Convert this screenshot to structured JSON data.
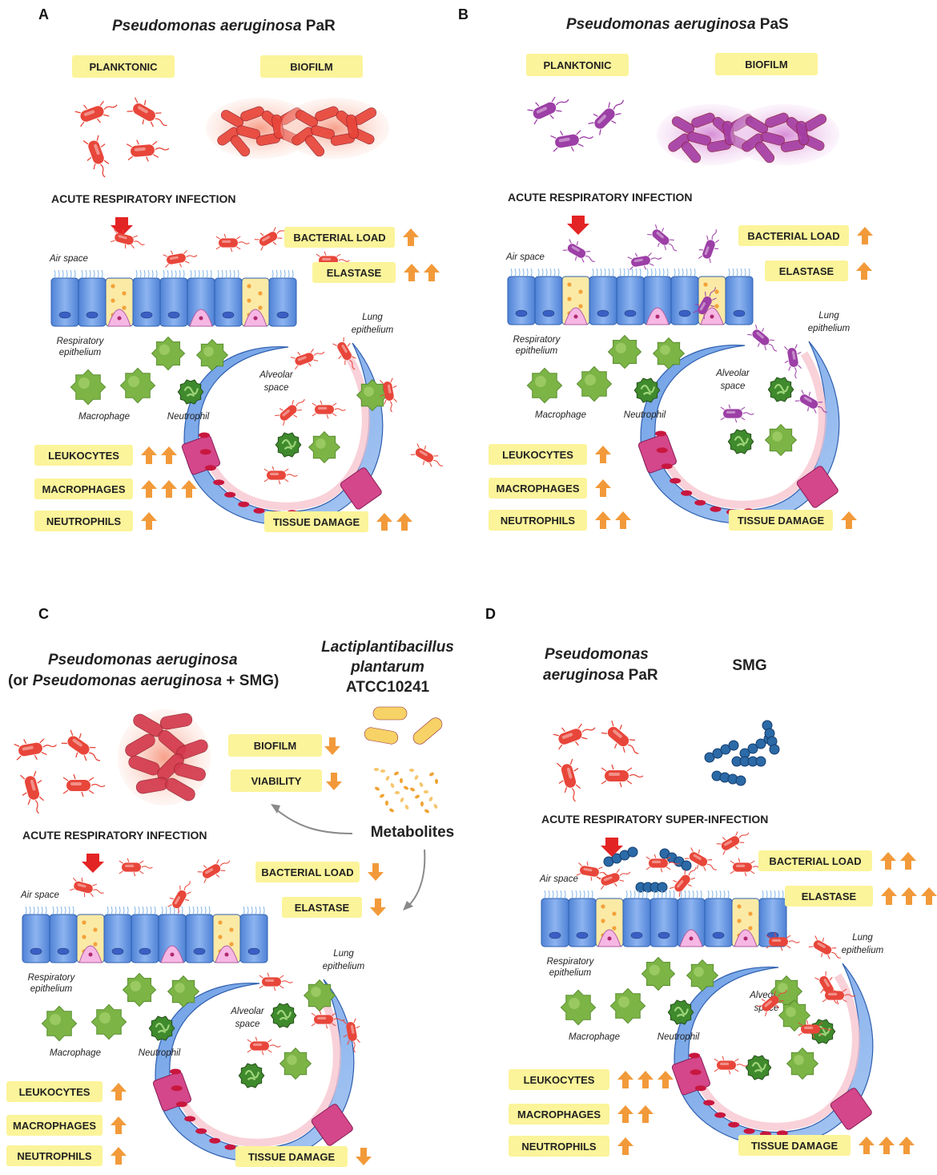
{
  "panels": [
    {
      "id": "A",
      "letter": "A",
      "title_italic": "Pseudomonas aeruginosa",
      "title_plain": " PaR",
      "planktonic": "PLANKTONIC",
      "biofilm": "BIOFILM",
      "infection": "ACUTE RESPIRATORY INFECTION",
      "bacteria_color": "#e8463a",
      "outcomes": [
        {
          "label": "BACTERIAL LOAD",
          "arrows": 1,
          "dir": "up"
        },
        {
          "label": "ELASTASE",
          "arrows": 2,
          "dir": "up"
        },
        {
          "label": "LEUKOCYTES",
          "arrows": 2,
          "dir": "up"
        },
        {
          "label": "MACROPHAGES",
          "arrows": 3,
          "dir": "up"
        },
        {
          "label": "NEUTROPHILS",
          "arrows": 1,
          "dir": "up"
        },
        {
          "label": "TISSUE DAMAGE",
          "arrows": 2,
          "dir": "up"
        }
      ]
    },
    {
      "id": "B",
      "letter": "B",
      "title_italic": "Pseudomonas aeruginosa",
      "title_plain": " PaS",
      "planktonic": "PLANKTONIC",
      "biofilm": "BIOFILM",
      "infection": "ACUTE RESPIRATORY INFECTION",
      "bacteria_color": "#9c3fa6",
      "outcomes": [
        {
          "label": "BACTERIAL LOAD",
          "arrows": 1,
          "dir": "up"
        },
        {
          "label": "ELASTASE",
          "arrows": 1,
          "dir": "up"
        },
        {
          "label": "LEUKOCYTES",
          "arrows": 1,
          "dir": "up"
        },
        {
          "label": "MACROPHAGES",
          "arrows": 1,
          "dir": "up"
        },
        {
          "label": "NEUTROPHILS",
          "arrows": 2,
          "dir": "up"
        },
        {
          "label": "TISSUE DAMAGE",
          "arrows": 1,
          "dir": "up"
        }
      ]
    },
    {
      "id": "C",
      "letter": "C",
      "title_line1": "Pseudomonas aeruginosa",
      "title_line2_a": "(or ",
      "title_line2_b": "Pseudomonas aeruginosa",
      "title_line2_c": " + SMG)",
      "lacto_line1": "Lactiplantibacillus",
      "lacto_line2": "plantarum",
      "lacto_line3": "ATCC10241",
      "biofilm": "BIOFILM",
      "viability": "VIABILITY",
      "metabolites": "Metabolites",
      "infection": "ACUTE RESPIRATORY INFECTION",
      "bacteria_color": "#e8463a",
      "outcomes": [
        {
          "label": "BACTERIAL LOAD",
          "arrows": 1,
          "dir": "down"
        },
        {
          "label": "ELASTASE",
          "arrows": 1,
          "dir": "down"
        },
        {
          "label": "LEUKOCYTES",
          "arrows": 1,
          "dir": "up"
        },
        {
          "label": "MACROPHAGES",
          "arrows": 1,
          "dir": "up"
        },
        {
          "label": "NEUTROPHILS",
          "arrows": 1,
          "dir": "up"
        },
        {
          "label": "TISSUE DAMAGE",
          "arrows": 1,
          "dir": "down"
        }
      ]
    },
    {
      "id": "D",
      "letter": "D",
      "title_line1": "Pseudomonas",
      "title_line2_italic": "aeruginosa",
      "title_line2_plain": " PaR",
      "smg": "SMG",
      "infection": "ACUTE RESPIRATORY SUPER-INFECTION",
      "bacteria_color": "#e8463a",
      "outcomes": [
        {
          "label": "BACTERIAL LOAD",
          "arrows": 2,
          "dir": "up"
        },
        {
          "label": "ELASTASE",
          "arrows": 3,
          "dir": "up"
        },
        {
          "label": "LEUKOCYTES",
          "arrows": 3,
          "dir": "up"
        },
        {
          "label": "MACROPHAGES",
          "arrows": 2,
          "dir": "up"
        },
        {
          "label": "NEUTROPHILS",
          "arrows": 1,
          "dir": "up"
        },
        {
          "label": "TISSUE DAMAGE",
          "arrows": 3,
          "dir": "up"
        }
      ]
    }
  ],
  "anatomy": {
    "air_space": "Air space",
    "resp_epi_1": "Respiratory",
    "resp_epi_2": "epithelium",
    "lung_epi_1": "Lung",
    "lung_epi_2": "epithelium",
    "alveolar_1": "Alveolar",
    "alveolar_2": "space",
    "macrophage": "Macrophage",
    "neutrophil": "Neutrophil"
  },
  "colors": {
    "label_box": "#fbf49a",
    "arrow": "#f29a3a",
    "infection_arrow": "#e32424",
    "macrophage": "#7cb446",
    "neutrophil": "#3f8a2d",
    "smg": "#2b6aa6",
    "lacto": "#f7cf5a",
    "epithelium": "#5b8fe0"
  }
}
